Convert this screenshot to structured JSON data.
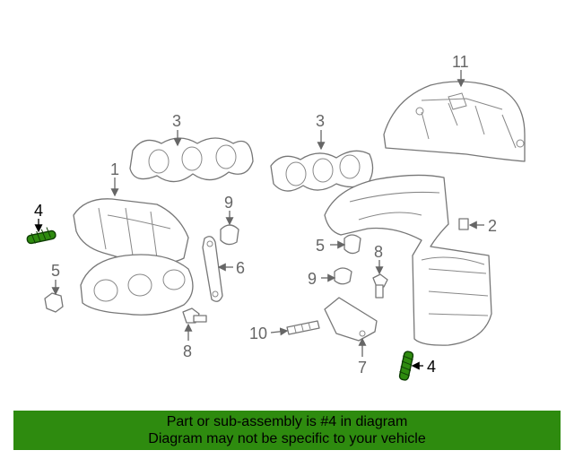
{
  "callouts": {
    "c1": "1",
    "c2": "2",
    "c3a": "3",
    "c3b": "3",
    "c4a": "4",
    "c4b": "4",
    "c5a": "5",
    "c5b": "5",
    "c6": "6",
    "c7": "7",
    "c8a": "8",
    "c8b": "8",
    "c9a": "9",
    "c9b": "9",
    "c10": "10",
    "c11": "11"
  },
  "banner": {
    "line1": "Part or sub-assembly is #4 in diagram",
    "line2": "Diagram may not be specific to your vehicle"
  },
  "colors": {
    "highlight_part": "#2e8b0f",
    "banner_bg": "#2e8b0f",
    "line_art": "#777777"
  }
}
